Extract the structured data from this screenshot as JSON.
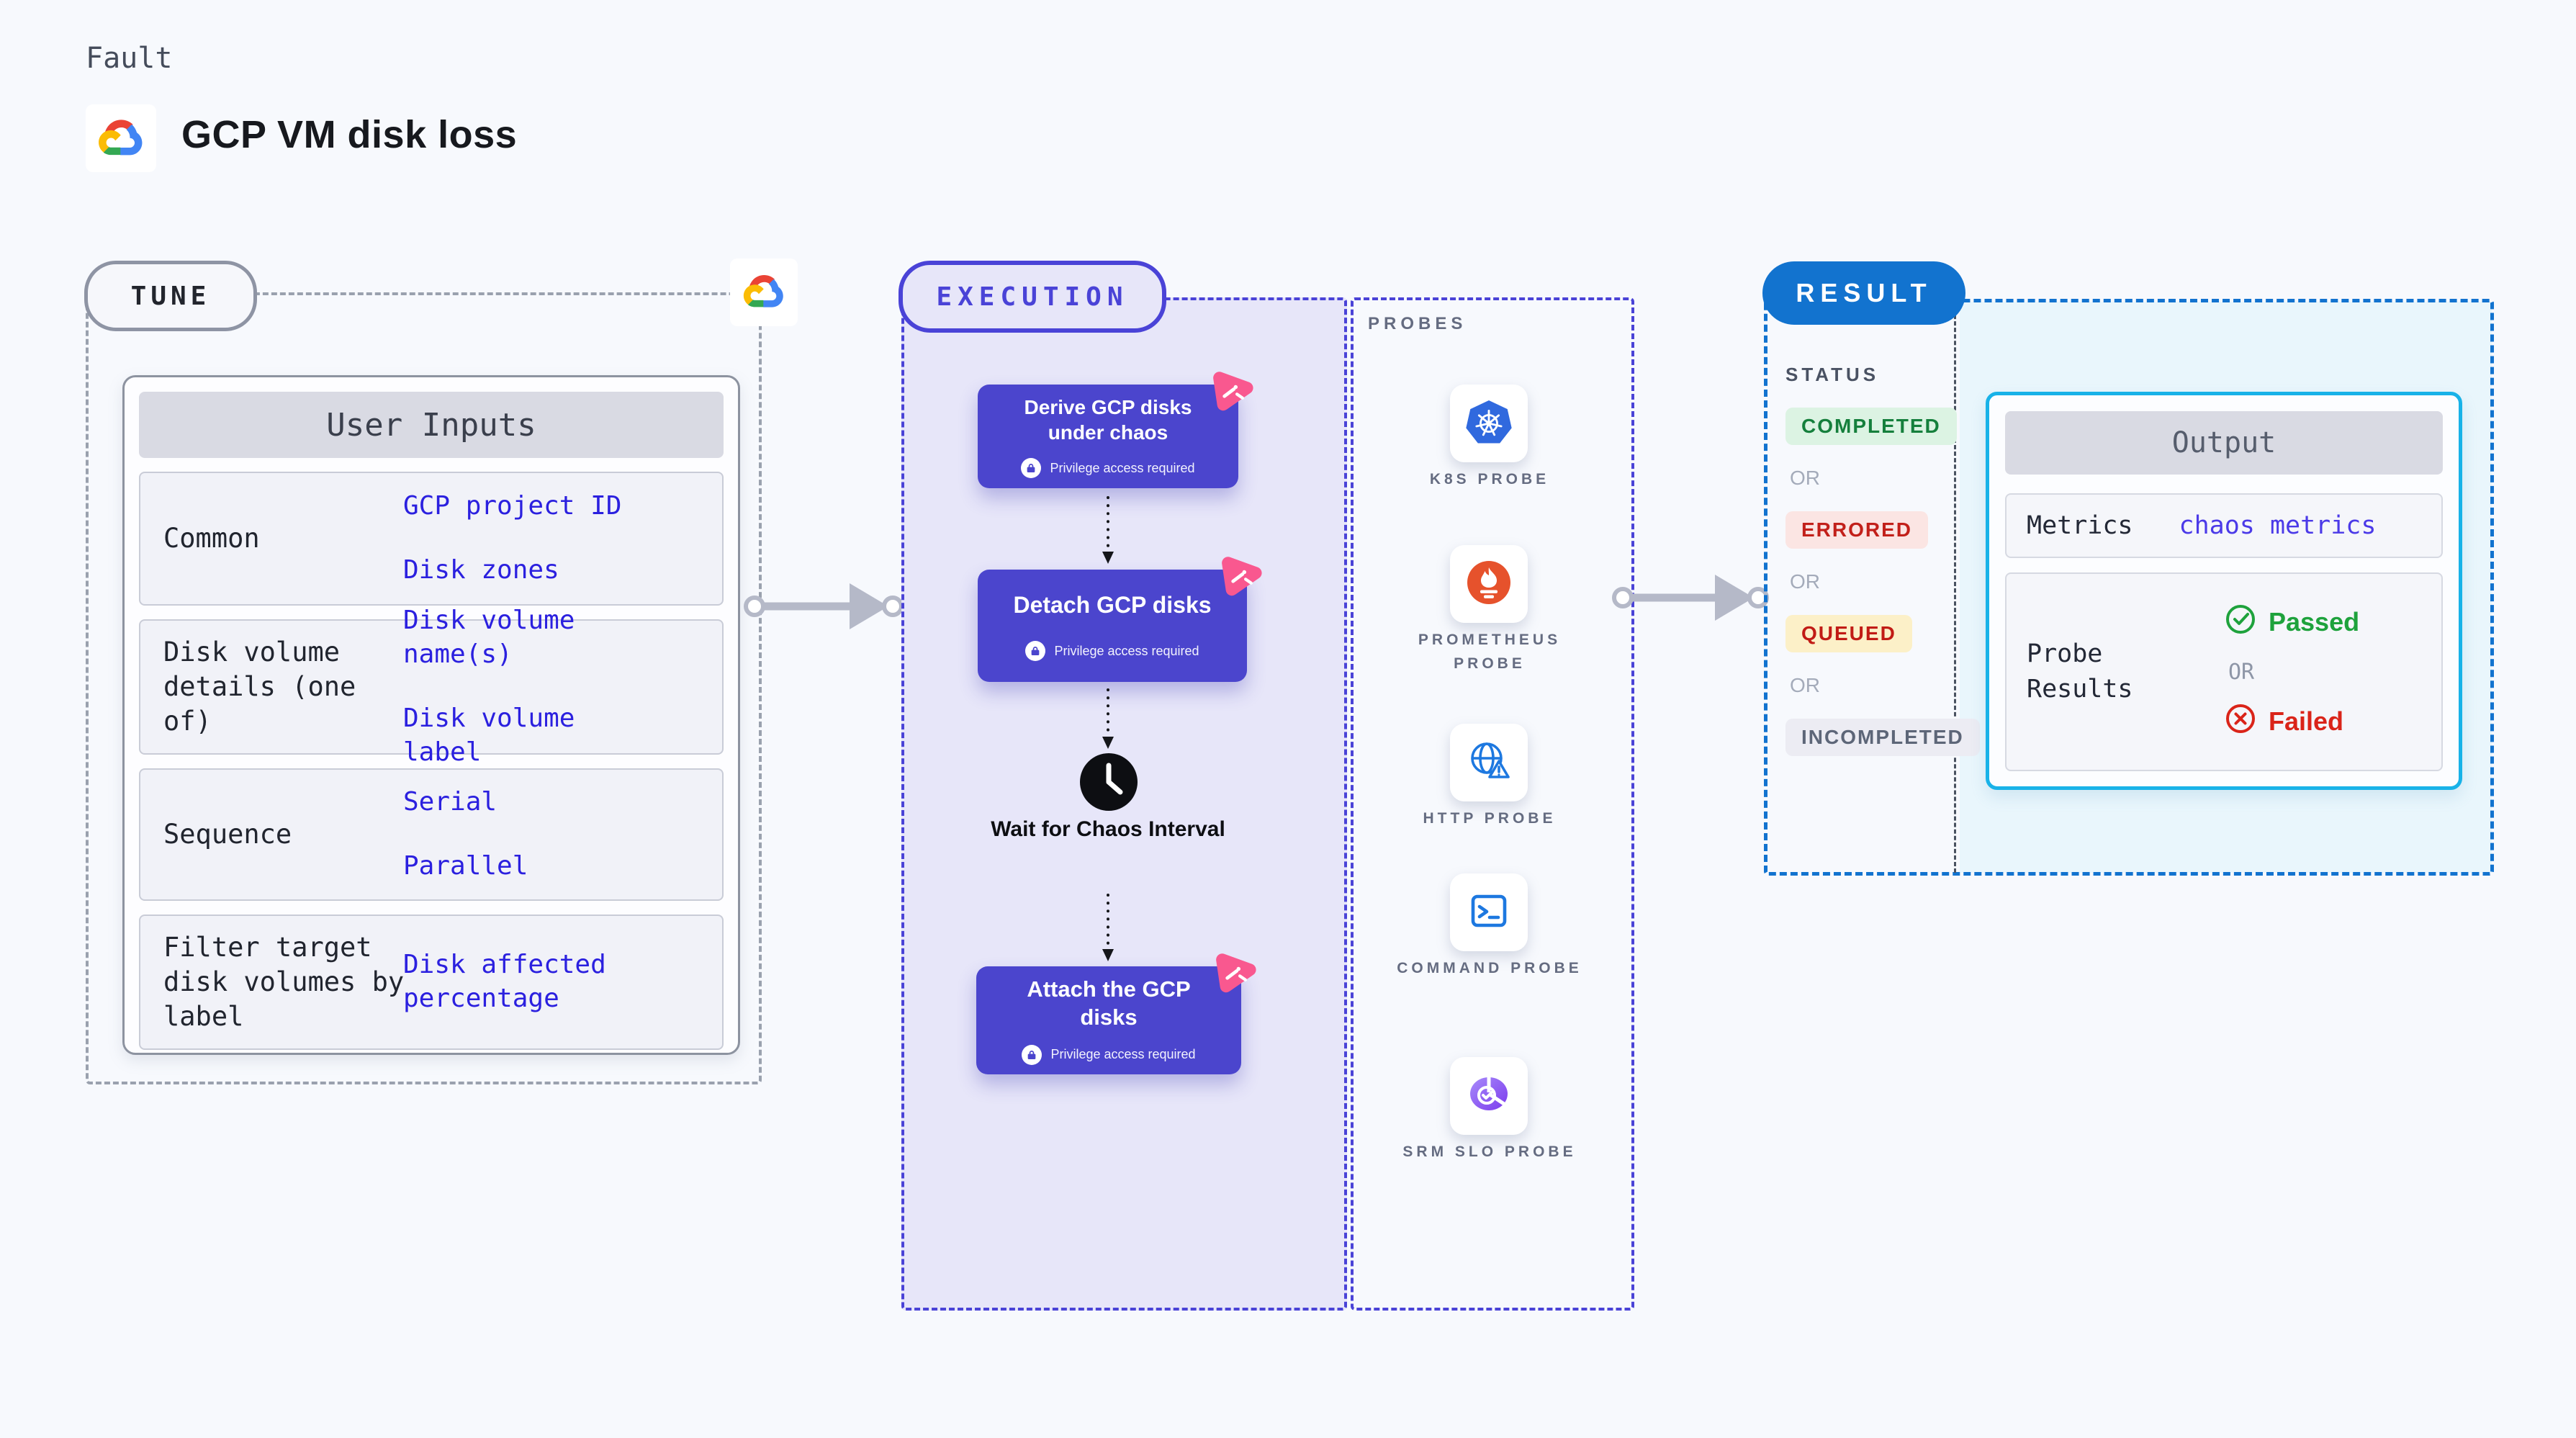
{
  "page": {
    "fault_label": "Fault",
    "title": "GCP VM disk loss"
  },
  "tune": {
    "badge": "TUNE",
    "card_title": "User Inputs",
    "rows": [
      {
        "label": "Common",
        "values": [
          "GCP project ID",
          "Disk zones"
        ]
      },
      {
        "label": "Disk volume details (one of)",
        "values": [
          "Disk volume name(s)",
          "Disk volume label"
        ]
      },
      {
        "label": "Sequence",
        "values": [
          "Serial",
          "Parallel"
        ]
      },
      {
        "label": "Filter target disk volumes by label",
        "values": [
          "Disk affected percentage"
        ]
      }
    ]
  },
  "execution": {
    "badge": "EXECUTION",
    "wait_label": "Wait for Chaos Interval",
    "steps": [
      {
        "title": "Derive GCP disks under chaos",
        "badge": "Privilege access required"
      },
      {
        "title": "Detach GCP disks",
        "badge": "Privilege access required"
      },
      {
        "title": "Attach the GCP disks",
        "badge": "Privilege access required"
      }
    ]
  },
  "probes": {
    "heading": "PROBES",
    "items": [
      {
        "label": "K8S PROBE",
        "icon": "kubernetes-icon"
      },
      {
        "label": "PROMETHEUS PROBE",
        "icon": "prometheus-icon"
      },
      {
        "label": "HTTP PROBE",
        "icon": "http-globe-icon"
      },
      {
        "label": "COMMAND PROBE",
        "icon": "terminal-icon"
      },
      {
        "label": "SRM SLO PROBE",
        "icon": "slo-donut-icon"
      }
    ]
  },
  "result": {
    "badge": "RESULT",
    "status_heading": "STATUS",
    "or_label": "OR",
    "statuses": [
      {
        "label": "COMPLETED",
        "color": "#157f3c",
        "bg": "#dcf3e3"
      },
      {
        "label": "ERRORED",
        "color": "#c2201a",
        "bg": "#fbe5e3"
      },
      {
        "label": "QUEUED",
        "color": "#c11b15",
        "bg": "#fcf0c8"
      },
      {
        "label": "INCOMPLETED",
        "color": "#5d6678",
        "bg": "#ececf3"
      }
    ],
    "output": {
      "title": "Output",
      "metrics_label": "Metrics",
      "metrics_value": "chaos metrics",
      "probe_results_label": "Probe Results",
      "passed_label": "Passed",
      "or_label": "OR",
      "failed_label": "Failed"
    }
  },
  "colors": {
    "accent_indigo": "#4a43d7",
    "step_box": "#4b45cd",
    "litmus_pink": "#f9588f",
    "tune_border": "#9aa1ae",
    "result_blue": "#1273cf",
    "output_border": "#18b2e8",
    "value_blue": "#2b20df",
    "metrics_value_blue": "#4b3ae8",
    "passed_green": "#1ea23c",
    "failed_red": "#da2419",
    "kubernetes_blue": "#3069de",
    "prometheus_orange": "#e6522c",
    "slo_purple": "#8b5cf6",
    "arrow_gray": "#b5b9c8"
  }
}
